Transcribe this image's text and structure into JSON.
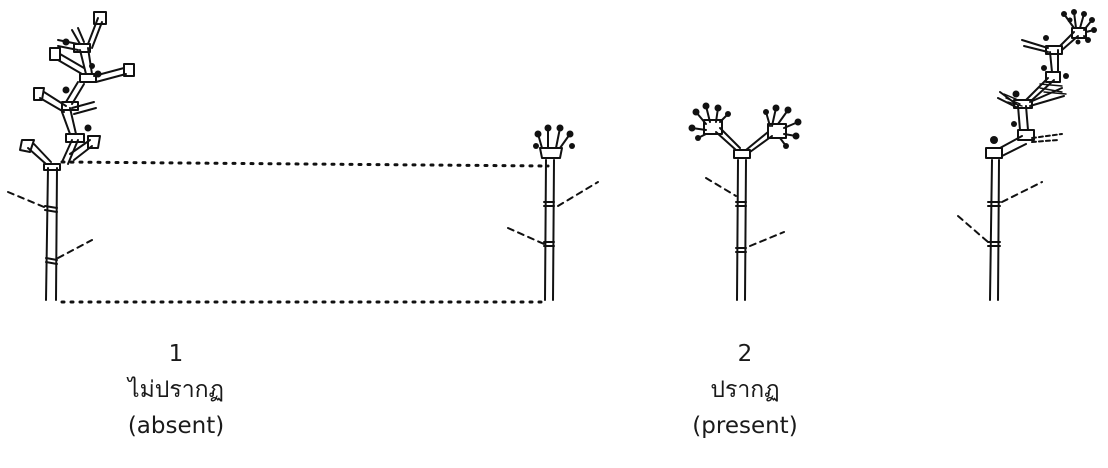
{
  "captions": [
    {
      "number": "1",
      "thai": "ไม่ปรากฏ",
      "english": "(absent)"
    },
    {
      "number": "2",
      "thai": "ปรากฏ",
      "english": "(present)"
    }
  ]
}
